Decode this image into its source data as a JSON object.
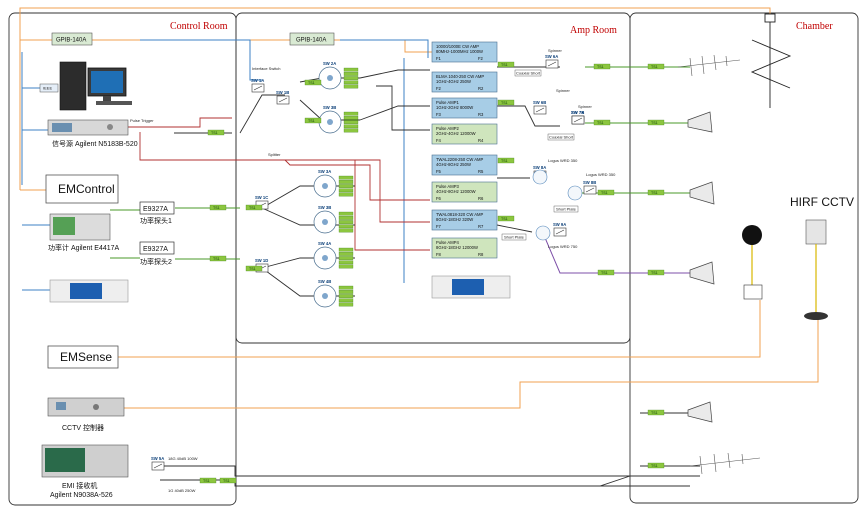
{
  "rooms": {
    "control": "Control Room",
    "amp": "Amp Room",
    "chamber": "Chamber"
  },
  "gpib": [
    "GPIB-140A",
    "GPIB-140A"
  ],
  "ieee": "IEEE",
  "instruments": {
    "signal_gen": "信号源  Agilent N5183B-520",
    "pulse_trigger": "Pulse Trigger",
    "emcontrol": "EMControl",
    "power_meter": "功率计 Agilent E4417A",
    "sensor1_model": "E9327A",
    "sensor1_label": "功率探头1",
    "sensor2_model": "E9327A",
    "sensor2_label": "功率探头2",
    "emsense": "EMSense",
    "cctv_ctrl": "CCTV 控制器",
    "emi_rx_1": "EMI 接收机",
    "emi_rx_2": "Agilent N9038A-526",
    "hirf": "HIRF CCTV",
    "interface_switch": "Interface Switch",
    "splitter": "Splitter",
    "lna1": "18G 40dB 100W",
    "lna2": "1G 40dB 250W"
  },
  "switches": [
    "SW 1A",
    "SW 1B",
    "SW 2A",
    "SW 3B",
    "SW 1C",
    "SW 3A",
    "SW 3B",
    "SW 4A",
    "SW 1D",
    "SW 4B",
    "SW 6A",
    "SW 6B",
    "SW 7A",
    "SW 7B",
    "SW 8A",
    "SW 8B",
    "SW 9A",
    "SW 5A"
  ],
  "amplifiers": [
    {
      "l1": "10000/1000E CW AMP",
      "l2": "80MHz-1000MHz 1000W",
      "pa": "F1",
      "pb": "F2"
    },
    {
      "l1": "BLMA 1040-250 CW AMP",
      "l2": "1GHz-4GHz 250W",
      "pa": "F2",
      "pb": "R2"
    },
    {
      "l1": "Pulse AMP1",
      "l2": "1GHz-2GHz 8000W",
      "pa": "F3",
      "pb": "R3"
    },
    {
      "l1": "Pulse AMP2",
      "l2": "2GHz-4GHz 12000W",
      "pa": "F4",
      "pb": "R4"
    },
    {
      "l1": "TWAL2208-250 CW AMP",
      "l2": "4GHz-8GHz 250W",
      "pa": "F5",
      "pb": "R5"
    },
    {
      "l1": "Pulse AMP3",
      "l2": "4GHz-8GHz 12000W",
      "pa": "F6",
      "pb": "R6"
    },
    {
      "l1": "TWAL0818-320 CW AMP",
      "l2": "8GHz-18GHz 320W",
      "pa": "F7",
      "pb": "R7"
    },
    {
      "l1": "Pulse AMP4",
      "l2": "8GHz-18GHz 12000W",
      "pa": "F8",
      "pb": "R8"
    }
  ],
  "spinners": [
    "Spinner",
    "Spinner",
    "Spinner"
  ],
  "coax_short": "Coaxial Short",
  "logus": [
    "Logus WRD 350",
    "Logus WRD 350",
    "Logus WRD 750"
  ],
  "short_plate": "Short Plate",
  "cable_tag": "TS1",
  "colors": {
    "orange": "#f0a050",
    "blue": "#3d82c4",
    "green": "#4a9a2a",
    "purple": "#7d4fa8",
    "red": "#b03030",
    "dark": "#303030",
    "yellow": "#d8b800",
    "amp_blue": "#a7cde6",
    "amp_green": "#cfe5bd",
    "tag": "#8cc63f"
  }
}
